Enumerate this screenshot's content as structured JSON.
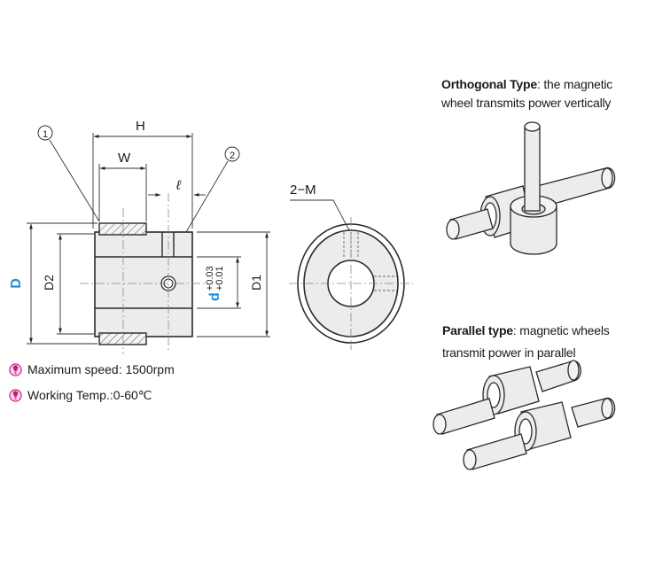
{
  "drawing": {
    "dim_labels": {
      "H": "H",
      "W": "W",
      "l": "ℓ",
      "D": "D",
      "D2": "D2",
      "D1": "D1",
      "d": "d",
      "tol_upper": "+0.03",
      "tol_lower": "+0.01",
      "thread": "2−M"
    },
    "callouts": [
      "①",
      "②"
    ],
    "accent_color": "#1e8fd6"
  },
  "specs": [
    {
      "icon": "pin-icon",
      "text": "Maximum speed: 1500rpm"
    },
    {
      "icon": "pin-icon",
      "text": "Working Temp.:0-60℃"
    }
  ],
  "types": {
    "orthogonal": {
      "title": "Orthogonal Type",
      "desc_line1": ": the magnetic",
      "desc_line2": "wheel transmits power vertically"
    },
    "parallel": {
      "title": "Parallel type",
      "desc_line1": ": magnetic wheels",
      "desc_line2": "transmit power in parallel"
    }
  },
  "colors": {
    "line": "#2a2a2a",
    "fill": "#ececec",
    "icon": "#c2187a"
  }
}
